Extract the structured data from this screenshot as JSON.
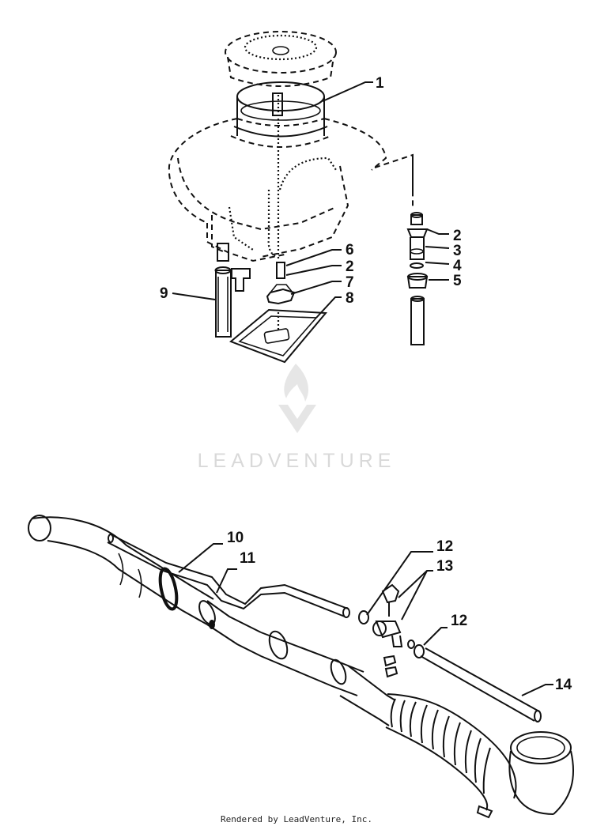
{
  "diagram": {
    "callouts": {
      "c1": "1",
      "c2a": "2",
      "c3": "3",
      "c4": "4",
      "c5": "5",
      "c6": "6",
      "c2b": "2",
      "c7": "7",
      "c8": "8",
      "c9": "9",
      "c10": "10",
      "c11": "11",
      "c12a": "12",
      "c13": "13",
      "c12b": "12",
      "c14": "14"
    }
  },
  "watermark": {
    "brand": "LEADVENTURE"
  },
  "footer": {
    "text": "Rendered by LeadVenture, Inc."
  }
}
